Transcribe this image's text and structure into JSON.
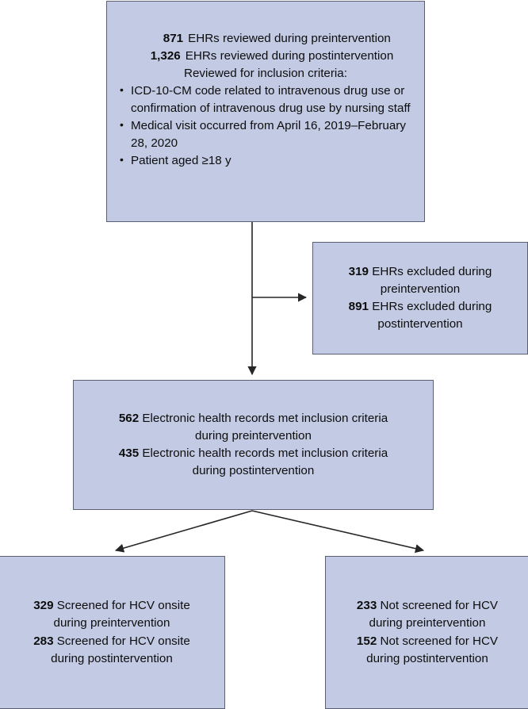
{
  "diagram": {
    "title": "HCV screening study participant flow diagram",
    "fill_color": "#c3cbe4",
    "border_color": "#5a5f73",
    "text_color": "#0d0d0d",
    "connector_color": "#262626"
  },
  "nodes": {
    "review": {
      "name": "ehrs-reviewed",
      "rows": [
        {
          "count": "871",
          "text": "EHRs reviewed during preintervention"
        },
        {
          "count": "1,326",
          "text": "EHRs reviewed during postintervention"
        }
      ],
      "subheading": "Reviewed for inclusion criteria:",
      "bullets": [
        "ICD-10-CM code related to intravenous drug use or confirmation of intravenous drug use by nursing staff",
        "Medical visit occurred from April 16, 2019–February 28, 2020",
        "Patient aged ≥18 y"
      ]
    },
    "excluded": {
      "name": "ehrs-excluded",
      "lines": [
        {
          "count": "319",
          "text": "EHRs excluded during"
        },
        {
          "count": "",
          "text": "preintervention"
        },
        {
          "count": "891",
          "text": "EHRs excluded during"
        },
        {
          "count": "",
          "text": "postintervention"
        }
      ]
    },
    "included": {
      "name": "met-inclusion-criteria",
      "lines": [
        {
          "count": "562",
          "text": "Electronic health records met inclusion criteria"
        },
        {
          "count": "",
          "text": "during preintervention"
        },
        {
          "count": "435",
          "text": "Electronic health records met inclusion criteria"
        },
        {
          "count": "",
          "text": "during postintervention"
        }
      ]
    },
    "screened": {
      "name": "screened-for-hcv-onsite",
      "lines": [
        {
          "count": "329",
          "text": "Screened for HCV onsite"
        },
        {
          "count": "",
          "text": "during preintervention"
        },
        {
          "count": "283",
          "text": "Screened for HCV onsite"
        },
        {
          "count": "",
          "text": "during postintervention"
        }
      ]
    },
    "notscreened": {
      "name": "not-screened-for-hcv",
      "lines": [
        {
          "count": "233",
          "text": "Not screened for HCV"
        },
        {
          "count": "",
          "text": "during preintervention"
        },
        {
          "count": "152",
          "text": "Not screened for HCV"
        },
        {
          "count": "",
          "text": "during postintervention"
        }
      ]
    }
  },
  "connectors": [
    {
      "name": "review-to-included",
      "from": "review",
      "to": "included"
    },
    {
      "name": "review-to-excluded",
      "from": "review",
      "to": "excluded"
    },
    {
      "name": "included-to-screened",
      "from": "included",
      "to": "screened"
    },
    {
      "name": "included-to-notscreened",
      "from": "included",
      "to": "notscreened"
    }
  ]
}
